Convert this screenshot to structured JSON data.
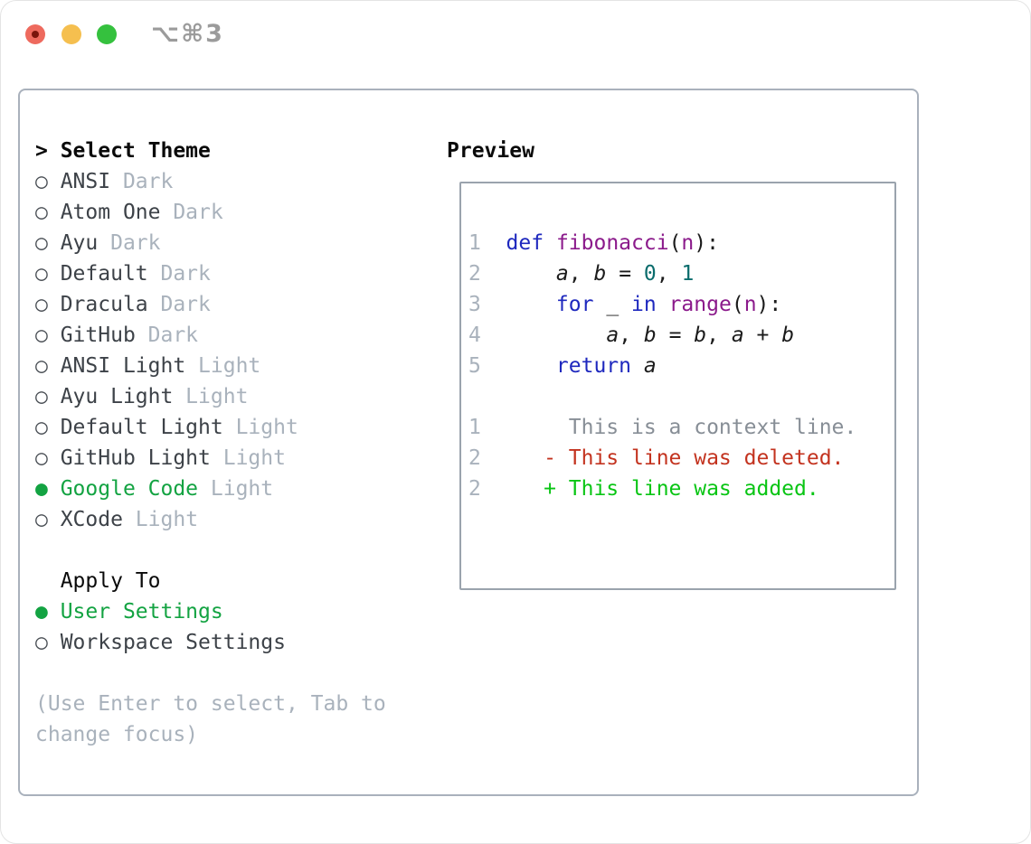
{
  "window": {
    "shortcut": "⌥⌘3"
  },
  "colors": {
    "accent_green": "#13a342",
    "kwd_blue": "#1e28be",
    "fun_purple": "#8b1a8b",
    "lit_teal": "#0a6c6c",
    "diff_del_red": "#c3331f",
    "diff_add_green": "#09c514",
    "muted_gray": "#a9b2bc",
    "text_dark": "#3d4248",
    "context_gray": "#878e96",
    "traffic_red": "#ee6a5e",
    "traffic_yellow": "#f5bf4f",
    "traffic_green": "#35c13e"
  },
  "theme_selector": {
    "rows": [
      {
        "kind": "header",
        "marker": ">",
        "name": "Select Theme",
        "variant": ""
      },
      {
        "kind": "theme",
        "marker": "○",
        "name": "ANSI",
        "variant": "Dark",
        "selected": false
      },
      {
        "kind": "theme",
        "marker": "○",
        "name": "Atom One",
        "variant": "Dark",
        "selected": false
      },
      {
        "kind": "theme",
        "marker": "○",
        "name": "Ayu",
        "variant": "Dark",
        "selected": false
      },
      {
        "kind": "theme",
        "marker": "○",
        "name": "Default",
        "variant": "Dark",
        "selected": false
      },
      {
        "kind": "theme",
        "marker": "○",
        "name": "Dracula",
        "variant": "Dark",
        "selected": false
      },
      {
        "kind": "theme",
        "marker": "○",
        "name": "GitHub",
        "variant": "Dark",
        "selected": false
      },
      {
        "kind": "theme",
        "marker": "○",
        "name": "ANSI Light",
        "variant": "Light",
        "selected": false
      },
      {
        "kind": "theme",
        "marker": "○",
        "name": "Ayu Light",
        "variant": "Light",
        "selected": false
      },
      {
        "kind": "theme",
        "marker": "○",
        "name": "Default Light",
        "variant": "Light",
        "selected": false
      },
      {
        "kind": "theme",
        "marker": "○",
        "name": "GitHub Light",
        "variant": "Light",
        "selected": false
      },
      {
        "kind": "theme",
        "marker": "●",
        "name": "Google Code",
        "variant": "Light",
        "selected": true
      },
      {
        "kind": "theme",
        "marker": "○",
        "name": "XCode",
        "variant": "Light",
        "selected": false
      },
      {
        "kind": "blank"
      },
      {
        "kind": "subheader",
        "marker": "",
        "name": "Apply To",
        "variant": ""
      },
      {
        "kind": "option",
        "marker": "●",
        "name": "User Settings",
        "variant": "",
        "selected": true
      },
      {
        "kind": "option",
        "marker": "○",
        "name": "Workspace Settings",
        "variant": "",
        "selected": false
      },
      {
        "kind": "blank"
      },
      {
        "kind": "help",
        "name": "(Use Enter to select, Tab to"
      },
      {
        "kind": "help",
        "name": "change focus)"
      }
    ]
  },
  "preview": {
    "label": "Preview",
    "lines": [
      {
        "ln": "1",
        "tokens": [
          {
            "t": "def",
            "c": "kwd"
          },
          {
            "t": " ",
            "c": "pln"
          },
          {
            "t": "fibonacci",
            "c": "fun"
          },
          {
            "t": "(",
            "c": "pln"
          },
          {
            "t": "n",
            "c": "fun"
          },
          {
            "t": "):",
            "c": "pln"
          }
        ]
      },
      {
        "ln": "2",
        "tokens": [
          {
            "t": "    ",
            "c": "pln"
          },
          {
            "t": "a",
            "c": "var"
          },
          {
            "t": ", ",
            "c": "pln"
          },
          {
            "t": "b",
            "c": "var"
          },
          {
            "t": " = ",
            "c": "pln"
          },
          {
            "t": "0",
            "c": "lit"
          },
          {
            "t": ", ",
            "c": "pln"
          },
          {
            "t": "1",
            "c": "lit"
          }
        ]
      },
      {
        "ln": "3",
        "tokens": [
          {
            "t": "    ",
            "c": "pln"
          },
          {
            "t": "for",
            "c": "kwd"
          },
          {
            "t": " _ ",
            "c": "pln"
          },
          {
            "t": "in",
            "c": "kwd"
          },
          {
            "t": " ",
            "c": "pln"
          },
          {
            "t": "range",
            "c": "fun"
          },
          {
            "t": "(",
            "c": "pln"
          },
          {
            "t": "n",
            "c": "fun"
          },
          {
            "t": "):",
            "c": "pln"
          }
        ]
      },
      {
        "ln": "4",
        "tokens": [
          {
            "t": "        ",
            "c": "pln"
          },
          {
            "t": "a",
            "c": "var"
          },
          {
            "t": ", ",
            "c": "pln"
          },
          {
            "t": "b",
            "c": "var"
          },
          {
            "t": " = ",
            "c": "pln"
          },
          {
            "t": "b",
            "c": "var"
          },
          {
            "t": ", ",
            "c": "pln"
          },
          {
            "t": "a",
            "c": "var"
          },
          {
            "t": " + ",
            "c": "pln"
          },
          {
            "t": "b",
            "c": "var"
          }
        ]
      },
      {
        "ln": "5",
        "tokens": [
          {
            "t": "    ",
            "c": "pln"
          },
          {
            "t": "return",
            "c": "kwd"
          },
          {
            "t": " ",
            "c": "pln"
          },
          {
            "t": "a",
            "c": "var"
          }
        ]
      },
      {
        "ln": "",
        "tokens": []
      },
      {
        "ln": "1",
        "tokens": [
          {
            "t": "     This is a context line.",
            "c": "ctx"
          }
        ]
      },
      {
        "ln": "2",
        "tokens": [
          {
            "t": "   - This line was deleted.",
            "c": "del"
          }
        ]
      },
      {
        "ln": "2",
        "tokens": [
          {
            "t": "   + This line was added.",
            "c": "add"
          }
        ]
      }
    ]
  }
}
